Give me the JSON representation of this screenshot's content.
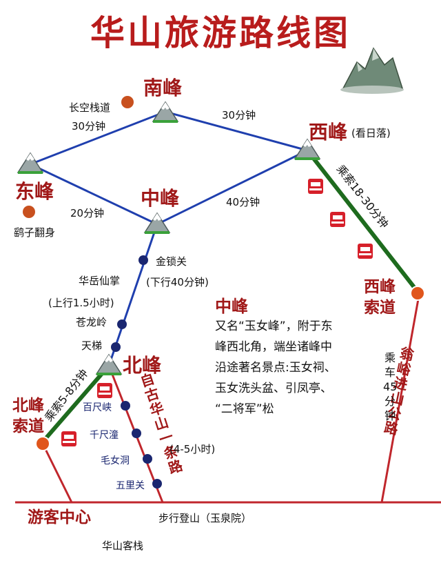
{
  "title": "华山旅游路线图",
  "peaks": {
    "south": "南峰",
    "east": "东峰",
    "west": "西峰",
    "west_note": "(看日落)",
    "middle": "中峰",
    "north": "北峰"
  },
  "segments": {
    "south_east_time": "30分钟",
    "south_west_time": "30分钟",
    "east_middle_time": "20分钟",
    "middle_west_time": "40分钟",
    "west_cable": "乘索18-30分钟",
    "north_cable": "乘索5-8分钟"
  },
  "pois": {
    "changkong": "长空栈道",
    "yaozi": "鹞子翻身"
  },
  "route_middle_north": {
    "jinsuoguan": "金锁关",
    "down_time": "(下行40分钟)",
    "huayue": "华岳仙掌",
    "up_time": "(上行1.5小时)",
    "canglong": "苍龙岭",
    "tianti": "天梯"
  },
  "route_north_bottom": {
    "name": "自古华山一条路",
    "stops": [
      "百尺峡",
      "千尺潼",
      "毛女洞",
      "五里关"
    ],
    "time": "(4-5小时)"
  },
  "stations": {
    "west_line1": "西峰",
    "west_line2": "索道",
    "north_line1": "北峰",
    "north_line2": "索道"
  },
  "road": {
    "name": "翁峪进山公路",
    "ride": "乘车45分钟"
  },
  "bottom": {
    "visitor_center": "游客中心",
    "walk": "步行登山（玉泉院）",
    "inn": "华山客栈"
  },
  "info": {
    "heading": "中峰",
    "lines": [
      "又名“玉女峰”，附于东",
      "峰西北角，端坐诸峰中",
      "沿途著名景点:玉女祠、",
      "玉女洗头盆、引凤亭、",
      "“二将军”松"
    ]
  },
  "colors": {
    "title": "#b81c1c",
    "route_blue": "#1f3fae",
    "cable_green": "#1e6b1e",
    "trail_red": "#c0262c",
    "station_orange": "#e0561c"
  }
}
